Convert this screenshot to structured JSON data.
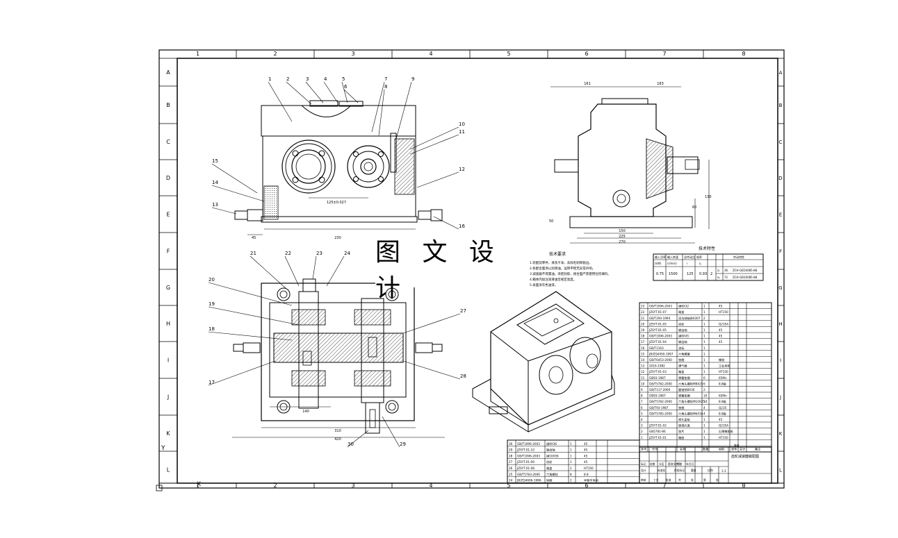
{
  "sheet": {
    "column_numbers": [
      "1",
      "2",
      "3",
      "4",
      "5",
      "6",
      "7",
      "8"
    ],
    "row_letters": [
      "A",
      "B",
      "C",
      "D",
      "E",
      "F",
      "G",
      "H",
      "I",
      "J",
      "K",
      "L"
    ]
  },
  "watermark": {
    "text": "图 文 设 计"
  },
  "front_view": {
    "part_callouts": [
      "1",
      "2",
      "3",
      "4",
      "5",
      "6",
      "7",
      "8",
      "9",
      "10",
      "11",
      "12",
      "13",
      "14",
      "15",
      "16"
    ],
    "dims": {
      "center_distance": "125±0.027",
      "width": "230",
      "offset": "45"
    }
  },
  "side_view": {
    "dims": {
      "top_left": "161",
      "top_right": "183",
      "base_inner": "150",
      "base_mid": "225",
      "base_outer": "270",
      "height": "130",
      "height2": "60",
      "small": "50"
    }
  },
  "section_view": {
    "part_callouts": [
      "17",
      "18",
      "19",
      "20",
      "21",
      "22",
      "23",
      "24",
      "27",
      "28",
      "29",
      "30"
    ],
    "dims": {
      "inner": "140",
      "width": "310",
      "overall": "420"
    }
  },
  "tech_requirements": {
    "title": "技术要求",
    "lines": [
      "1.装配前零件，清洗干净，去除毛刺和锐边。",
      "2.各配合面涂以润滑油，运转平稳无异常声响。",
      "3.减速器不得漏油，涂密封胶，接合面严禁使用任何填料。",
      "4.箱体内加注润滑油至规定高度。",
      "5.表面涂灰色油漆。"
    ]
  },
  "tech_specs": {
    "title": "技术特性",
    "headers": [
      "输入功率",
      "输入转速",
      "总传动比",
      "效率",
      "",
      "传动特性"
    ],
    "units": [
      "(kW)",
      "(r/min)",
      "i",
      "η"
    ],
    "values": [
      "0.75",
      "1500",
      "125",
      "0.93",
      "2"
    ],
    "gear_rows": [
      [
        "z₁",
        "36",
        "ZCH-GB10085-88"
      ],
      [
        "z₂",
        "72",
        "ZCH-GB10085-88"
      ]
    ]
  },
  "bom_main": {
    "rows": [
      [
        "23",
        "GB/T1096-2003",
        "键8X32",
        "1",
        "45"
      ],
      [
        "22",
        "JZSYT.01-07",
        "端盖",
        "1",
        "HT150"
      ],
      [
        "21",
        "GB/T294-1994",
        "深沟球轴承6307",
        "2",
        ""
      ],
      [
        "20",
        "JZSYT.01-05",
        "齿轮",
        "1",
        "Q235A"
      ],
      [
        "19",
        "JZSYT.01-05",
        "输出轴",
        "1",
        "45"
      ],
      [
        "18",
        "GB/T1096-2003",
        "键8X45",
        "1",
        "45"
      ],
      [
        "17",
        "JZSYT.01-04",
        "输出轴",
        "1",
        "45"
      ],
      [
        "16",
        "GB/T1163",
        "油标",
        "1",
        ""
      ],
      [
        "15",
        "JB/ZQ4450-1997",
        "六角螺塞",
        "1",
        ""
      ],
      [
        "14",
        "GB/T6453-2000",
        "垫圈",
        "1",
        "橡胶"
      ],
      [
        "13",
        "2016-1982",
        "通气器",
        "1",
        "工业用纸"
      ],
      [
        "12",
        "JZSYT.01-03",
        "箱盖",
        "1",
        "HT150"
      ],
      [
        "11",
        "GB93-1987",
        "弹簧垫圈",
        "6",
        "65Mn"
      ],
      [
        "10",
        "GB/T5782-2000",
        "六角头螺栓M8X25",
        "6",
        "8.8级"
      ],
      [
        "9",
        "GB/T117-2000",
        "圆锥销8X30",
        "2",
        ""
      ],
      [
        "8",
        "GB93-1987",
        "弹簧垫圈",
        "10",
        "65Mn"
      ],
      [
        "7",
        "GB/T5782-2000",
        "六角头螺栓M10X25",
        "10",
        "8.8级"
      ],
      [
        "6",
        "GB/T93-1987",
        "垫圈",
        "4",
        "Q235"
      ],
      [
        "5",
        "GB/T5785-2000",
        "六角头螺栓M6X16",
        "4",
        "8.8级"
      ],
      [
        "4",
        "",
        "视孔盖板",
        "1",
        "45"
      ],
      [
        "3",
        "JZSYT.01-02",
        "窥视孔盖",
        "1",
        "Q235A"
      ],
      [
        "2",
        "GB5781-86",
        "垫片",
        "1",
        "石棉橡胶纸"
      ],
      [
        "1",
        "JZSYT.01-01",
        "箱座",
        "1",
        "HT150"
      ]
    ],
    "header": [
      "序号",
      "代号",
      "名称",
      "数量",
      "材料",
      "单件",
      "总计",
      "备注"
    ],
    "header_sub": "重量"
  },
  "bom_lower": {
    "rows": [
      [
        "30",
        "GB/T1096-2003",
        "键8X36",
        "1",
        "45"
      ],
      [
        "29",
        "JZSYT.01-10",
        "输出轴",
        "1",
        "45"
      ],
      [
        "28",
        "GB/T1096-2003",
        "键10X56",
        "1",
        "45"
      ],
      [
        "27",
        "JZSYT.01-09",
        "齿轮",
        "1",
        "45"
      ],
      [
        "26",
        "JZSYT.01-08",
        "端盖",
        "2",
        "HT150"
      ],
      [
        "25",
        "GB/T5783-2000",
        "六角螺栓",
        "8",
        "8.8"
      ],
      [
        "24",
        "JB/ZQ4606-1986",
        "毡圈",
        "2",
        "半粗羊毛毡"
      ]
    ]
  },
  "title_block": {
    "drawing_title": "齿轮减速器装配图",
    "labels": [
      "标记",
      "处数",
      "分区",
      "更改文件号",
      "签名",
      "年月日"
    ],
    "labels2": [
      "设计",
      "标准化",
      "阶段标记",
      "重量",
      "比例"
    ],
    "labels3": [
      "审核",
      "工艺",
      "批准",
      "共",
      "张",
      "第",
      "张"
    ],
    "scale": "1:1"
  }
}
